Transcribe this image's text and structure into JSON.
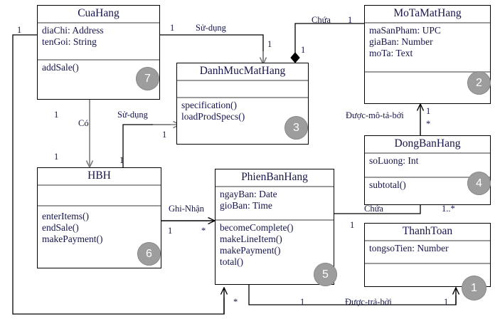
{
  "diagram": {
    "kind": "uml-class-diagram",
    "colors": {
      "line_black": "#000000",
      "line_gray": "#7d7d7d",
      "badge": "#9d9d9d",
      "text": "#15154a"
    }
  },
  "classes": [
    {
      "id": "cuahang",
      "name": "CuaHang",
      "attributes": [
        "diaChi: Address",
        "tenGoi: String"
      ],
      "operations": [
        "addSale()"
      ],
      "badge": "7"
    },
    {
      "id": "motamathang",
      "name": "MoTaMatHang",
      "attributes": [
        "maSanPham: UPC",
        "giaBan: Number",
        "moTa: Text"
      ],
      "operations": [],
      "badge": "2"
    },
    {
      "id": "danhmucmathang",
      "name": "DanhMucMatHang",
      "attributes": [],
      "operations": [
        "specification()",
        "loadProdSpecs()"
      ],
      "badge": "3"
    },
    {
      "id": "dongbanhang",
      "name": "DongBanHang",
      "attributes": [
        "soLuong: Int"
      ],
      "operations": [
        "subtotal()"
      ],
      "badge": "4"
    },
    {
      "id": "hbh",
      "name": "HBH",
      "attributes": [],
      "operations": [
        "enterItems()",
        "endSale()",
        "makePayment()"
      ],
      "badge": "6"
    },
    {
      "id": "phienbanhang",
      "name": "PhienBanHang",
      "attributes": [
        "ngayBan: Date",
        "gioBan: Time"
      ],
      "operations": [
        "becomeComplete()",
        "makeLineItem()",
        "makePayment()",
        "total()"
      ],
      "badge": "5"
    },
    {
      "id": "thanhtoan",
      "name": "ThanhToan",
      "attributes": [
        "tongsoTien: Number"
      ],
      "operations": [],
      "badge": "1"
    }
  ],
  "relations": [
    {
      "id": "r-sudung-cuahang",
      "label": "Sử-dụng",
      "from": "CuaHang",
      "to": "DanhMucMatHang",
      "from_mult": "1",
      "to_mult": "1",
      "type": "association-directed"
    },
    {
      "id": "r-chua-danhmuc",
      "label": "Chứa",
      "from": "DanhMucMatHang",
      "to": "MoTaMatHang",
      "from_mult": "1",
      "to_mult": "1",
      "type": "composition"
    },
    {
      "id": "r-co",
      "label": "Có",
      "from": "CuaHang",
      "to": "HBH",
      "from_mult": "1",
      "to_mult": "1",
      "type": "association-directed"
    },
    {
      "id": "r-sudung-hbh",
      "label": "Sử-dụng",
      "from": "HBH",
      "to": "DanhMucMatHang",
      "from_mult": "1",
      "to_mult": "1",
      "type": "association-directed"
    },
    {
      "id": "r-ghinhan",
      "label": "Ghi-Nhận",
      "from": "HBH",
      "to": "PhienBanHang",
      "from_mult": "1",
      "to_mult": "*",
      "type": "association-directed"
    },
    {
      "id": "r-duocmotaboi",
      "label": "Được-mô-tả-bởi",
      "from": "DongBanHang",
      "to": "MoTaMatHang",
      "from_mult": "*",
      "to_mult": "1",
      "type": "association-directed"
    },
    {
      "id": "r-chua-phien",
      "label": "Chứa",
      "from": "PhienBanHang",
      "to": "DongBanHang",
      "from_mult": "1",
      "to_mult": "1..*",
      "type": "composition"
    },
    {
      "id": "r-duoctraboi",
      "label": "Được-trả-bởi",
      "from": "PhienBanHang",
      "to": "ThanhToan",
      "from_mult": "1",
      "to_mult": "1",
      "type": "association-directed"
    },
    {
      "id": "r-cuahang-phien",
      "label": "",
      "from": "CuaHang",
      "to": "PhienBanHang",
      "from_mult": "1",
      "to_mult": "*",
      "type": "association-directed"
    }
  ],
  "labels": {
    "sudung_top": "Sử-dụng",
    "chua_top": "Chứa",
    "co": "Có",
    "sudung_mid": "Sử-dụng",
    "ghinhan": "Ghi-Nhận",
    "duocmotaboi": "Được-mô-tả-bởi",
    "chua_mid": "Chứa",
    "duoctraboi": "Được-trả-bởi"
  },
  "mults": {
    "cuahang_left_1": "1",
    "cuahang_right_1": "1",
    "danhmuc_top_1": "1",
    "chua_right_1": "1",
    "danhmuc_diamond_1": "1",
    "cuahang_down_1": "1",
    "hbh_up_1": "1",
    "hbh_sudung_1": "1",
    "danhmuc_left_1": "1",
    "ghinhan_1": "1",
    "ghinhan_star": "*",
    "motaboi_1": "1",
    "motaboi_star": "*",
    "chua_phien_1": "1",
    "chua_phien_1star": "1..*",
    "traboi_left_1": "1",
    "traboi_right_1": "1",
    "phien_bottom_star": "*"
  }
}
